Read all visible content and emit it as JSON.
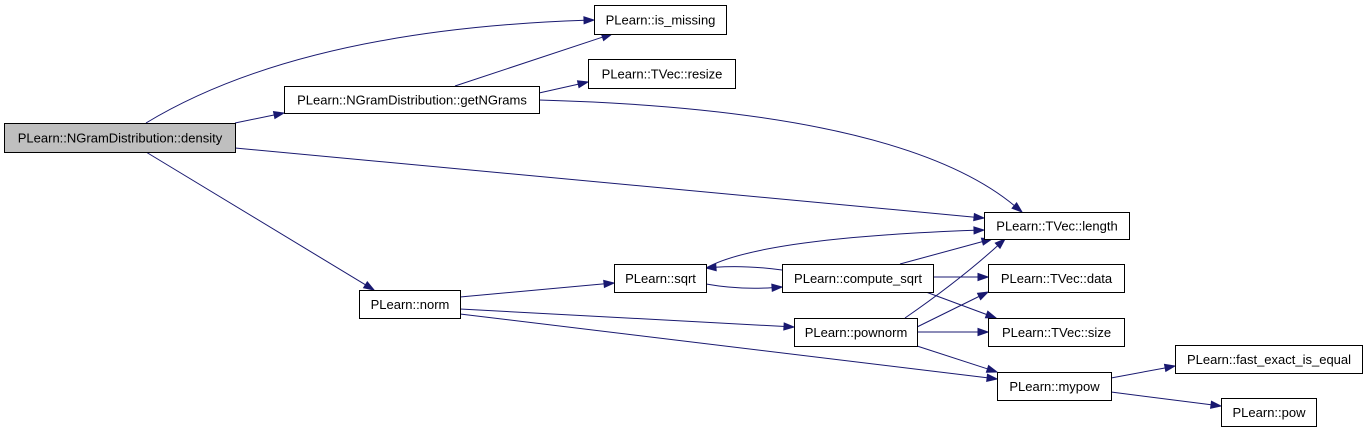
{
  "colors": {
    "edge": "#191970",
    "node_fill": "#ffffff",
    "root_fill": "#bfbfbf",
    "border": "#000000"
  },
  "nodes": [
    {
      "id": "density",
      "label": "PLearn::NGramDistribution::density",
      "root": true
    },
    {
      "id": "is_missing",
      "label": "PLearn::is_missing"
    },
    {
      "id": "getNGrams",
      "label": "PLearn::NGramDistribution::getNGrams"
    },
    {
      "id": "resize",
      "label": "PLearn::TVec::resize"
    },
    {
      "id": "length",
      "label": "PLearn::TVec::length"
    },
    {
      "id": "norm",
      "label": "PLearn::norm"
    },
    {
      "id": "sqrt",
      "label": "PLearn::sqrt"
    },
    {
      "id": "compute_sqrt",
      "label": "PLearn::compute_sqrt"
    },
    {
      "id": "data",
      "label": "PLearn::TVec::data"
    },
    {
      "id": "pownorm",
      "label": "PLearn::pownorm"
    },
    {
      "id": "size",
      "label": "PLearn::TVec::size"
    },
    {
      "id": "mypow",
      "label": "PLearn::mypow"
    },
    {
      "id": "fast_exact_is_equal",
      "label": "PLearn::fast_exact_is_equal"
    },
    {
      "id": "pow",
      "label": "PLearn::pow"
    }
  ],
  "edges": [
    {
      "from": "density",
      "to": "is_missing"
    },
    {
      "from": "density",
      "to": "getNGrams"
    },
    {
      "from": "density",
      "to": "length"
    },
    {
      "from": "density",
      "to": "norm"
    },
    {
      "from": "getNGrams",
      "to": "is_missing"
    },
    {
      "from": "getNGrams",
      "to": "resize"
    },
    {
      "from": "getNGrams",
      "to": "length"
    },
    {
      "from": "norm",
      "to": "sqrt"
    },
    {
      "from": "norm",
      "to": "pownorm"
    },
    {
      "from": "norm",
      "to": "mypow"
    },
    {
      "from": "sqrt",
      "to": "length"
    },
    {
      "from": "sqrt",
      "to": "compute_sqrt"
    },
    {
      "from": "compute_sqrt",
      "to": "sqrt"
    },
    {
      "from": "compute_sqrt",
      "to": "length"
    },
    {
      "from": "compute_sqrt",
      "to": "data"
    },
    {
      "from": "compute_sqrt",
      "to": "size"
    },
    {
      "from": "pownorm",
      "to": "length"
    },
    {
      "from": "pownorm",
      "to": "data"
    },
    {
      "from": "pownorm",
      "to": "size"
    },
    {
      "from": "pownorm",
      "to": "mypow"
    },
    {
      "from": "mypow",
      "to": "fast_exact_is_equal"
    },
    {
      "from": "mypow",
      "to": "pow"
    }
  ]
}
